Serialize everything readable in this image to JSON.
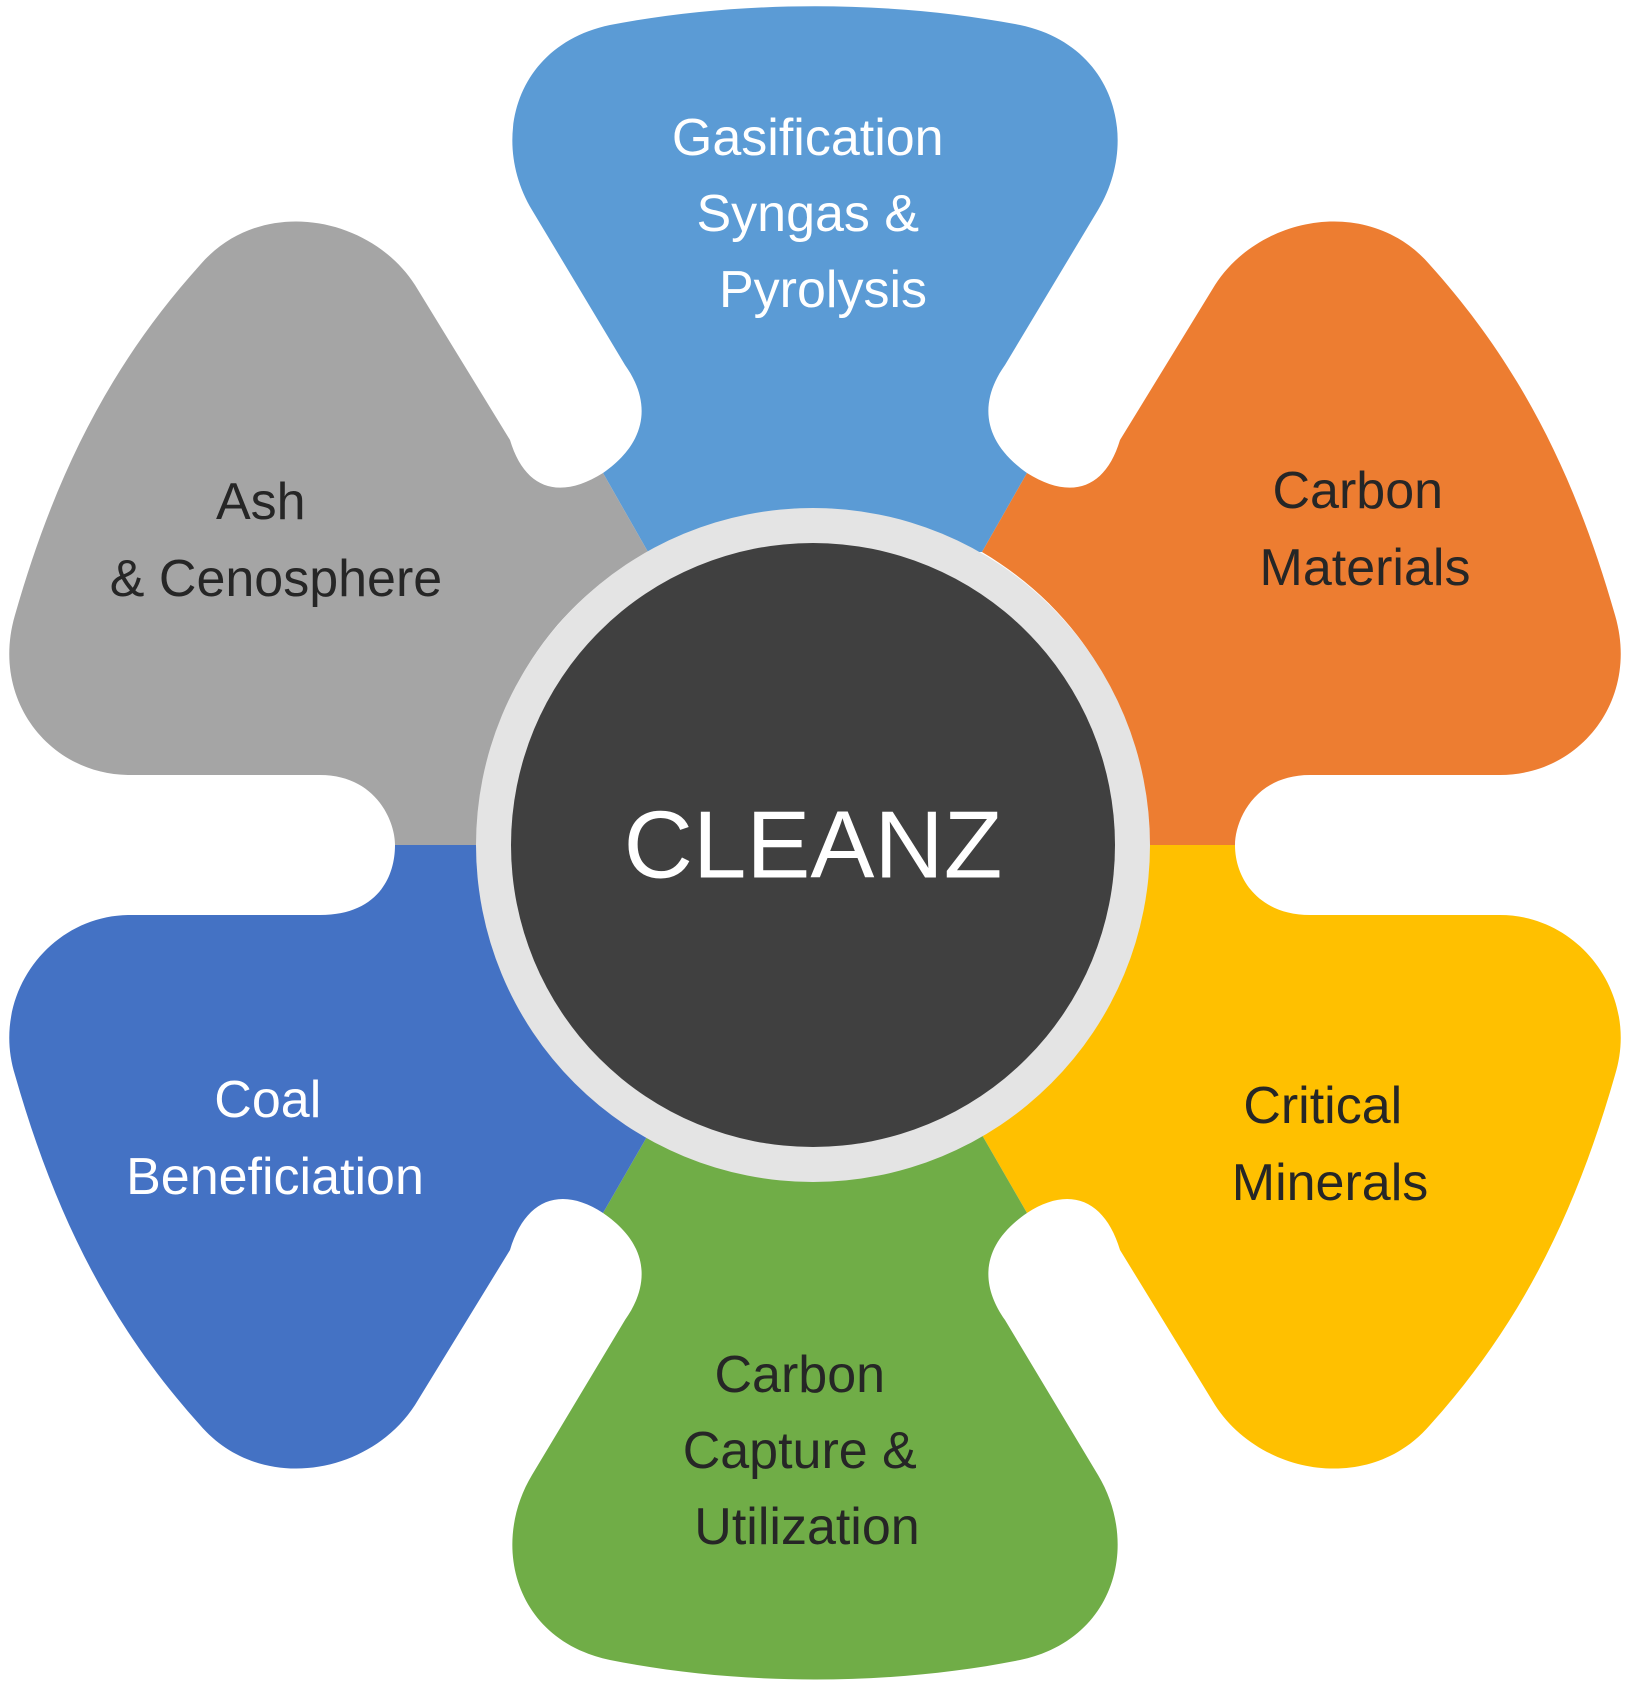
{
  "center": {
    "label": "CLEANZ",
    "fill": "#404040",
    "ring": "#e4e4e4"
  },
  "petals": [
    {
      "id": "gasification",
      "lines": [
        "Gasification",
        "Syngas &",
        "Pyrolysis"
      ],
      "fill": "#5b9bd5",
      "text_color": "#ffffff"
    },
    {
      "id": "carbon-materials",
      "lines": [
        "Carbon",
        "Materials"
      ],
      "fill": "#ed7d31",
      "text_color": "#262626"
    },
    {
      "id": "critical-minerals",
      "lines": [
        "Critical",
        "Minerals"
      ],
      "fill": "#ffc000",
      "text_color": "#262626"
    },
    {
      "id": "carbon-capture",
      "lines": [
        "Carbon",
        "Capture &",
        "Utilization"
      ],
      "fill": "#70ad47",
      "text_color": "#262626"
    },
    {
      "id": "coal-beneficiation",
      "lines": [
        "Coal",
        "Beneficiation"
      ],
      "fill": "#4472c4",
      "text_color": "#ffffff"
    },
    {
      "id": "ash-cenosphere",
      "lines": [
        "Ash",
        "& Cenosphere"
      ],
      "fill": "#a5a5a5",
      "text_color": "#262626"
    }
  ]
}
